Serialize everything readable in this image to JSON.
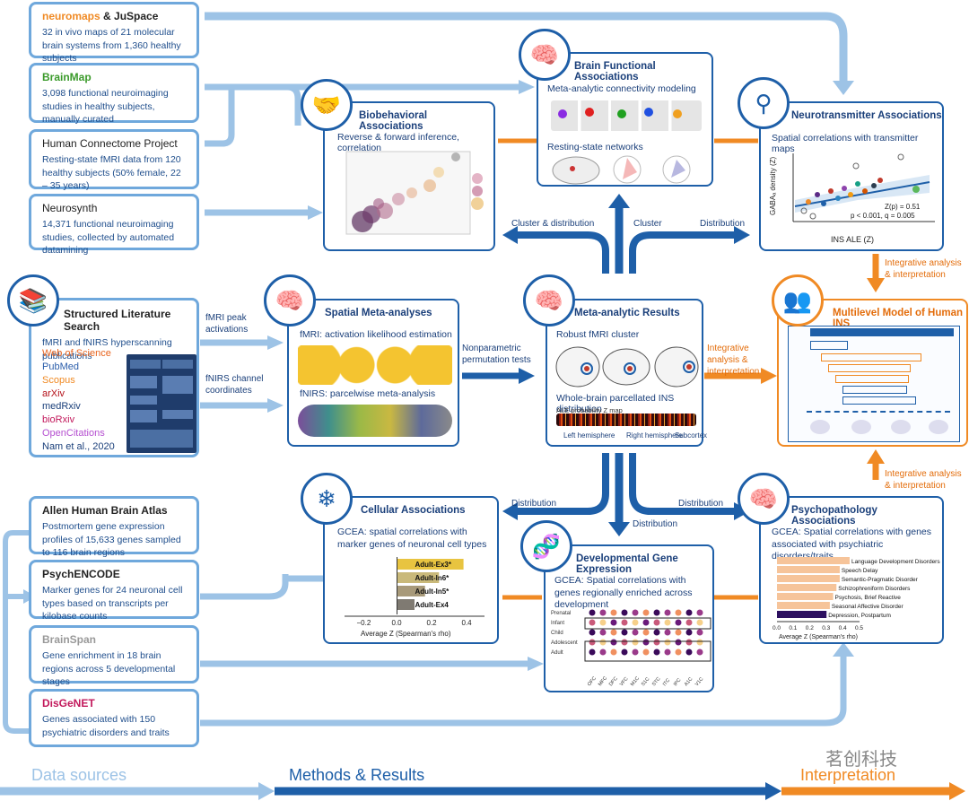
{
  "sources": {
    "neuromaps": {
      "title_a": "neuromaps",
      "title_b": " & JuSpace",
      "desc": "32 in vivo maps of 21 molecular brain systems from 1,360 healthy subjects"
    },
    "brainmap": {
      "title": "BrainMap",
      "desc": "3,098 functional neuroimaging studies in healthy subjects, manually curated"
    },
    "hcp": {
      "title": "Human Connectome Project",
      "desc": "Resting-state fMRI data from 120 healthy subjects (50% female, 22 – 35 years)"
    },
    "neurosynth": {
      "title": "Neurosynth",
      "desc": "14,371 functional neuroimaging studies, collected by automated datamining"
    },
    "literature": {
      "title": "Structured Literature Search",
      "desc": "fMRI and fNIRS hyperscanning publications",
      "databases": [
        "Web of Science",
        "PubMed",
        "Scopus",
        "arXiv",
        "medRxiv",
        "bioRxiv",
        "OpenCitations",
        "Nam et al., 2020"
      ]
    },
    "allen": {
      "title": "Allen Human Brain Atlas",
      "desc": "Postmortem gene expression profiles of 15,633 genes sampled to 116 brain regions"
    },
    "psychencode": {
      "title": "PsychENCODE",
      "desc": "Marker genes for 24 neuronal cell types based on transcripts per kilobase counts"
    },
    "brainspan": {
      "title": "BrainSpan",
      "desc": "Gene enrichment in 18 brain regions across 5 developmental stages"
    },
    "disgenet": {
      "title": "DisGeNET",
      "desc": "Genes associated with 150 psychiatric disorders and traits"
    }
  },
  "methods": {
    "biobehavioral": {
      "title": "Biobehavioral Associations",
      "sub": "Reverse & forward inference, correlation"
    },
    "functional": {
      "title": "Brain Functional Associations",
      "sub1": "Meta-analytic connectivity modeling",
      "sub2": "Resting-state networks"
    },
    "neurotransmitter": {
      "title": "Neurotransmitter Associations",
      "sub": "Spatial correlations with transmitter maps",
      "xlabel": "INS ALE (Z)",
      "ylabel": "GABAₐ density (Z)",
      "stat1": "Z(p) = 0.51",
      "stat2": "p < 0.001, q = 0.005"
    },
    "spatial": {
      "title": "Spatial Meta-analyses",
      "sub1": "fMRI: activation likelihood estimation",
      "sub2": "fNIRS: parcelwise meta-analysis"
    },
    "results": {
      "title": "Meta-analytic Results",
      "sub1": "Robust fMRI cluster",
      "sub2": "Whole-brain parcellated INS distribution",
      "left": "Left hemisphere",
      "right": "Right hemisphere",
      "subcortex": "Subcortex",
      "map": "ALE probability Z map"
    },
    "multilevel": {
      "title": "Multilevel Model of Human INS"
    },
    "cellular": {
      "title": "Cellular Associations",
      "sub": "GCEA: spatial correlations with marker genes of neuronal cell types",
      "xlabel": "Average Z (Spearman's rho)"
    },
    "developmental": {
      "title": "Developmental Gene Expression",
      "sub": "GCEA: Spatial correlations with genes regionally enriched across development",
      "stages": [
        "Prenatal",
        "Infant",
        "Child",
        "Adolescent",
        "Adult"
      ],
      "regions": [
        "OFC",
        "MFC",
        "DFC",
        "VFC",
        "M1C",
        "S1C",
        "STC",
        "ITC",
        "IPC",
        "A1C",
        "V1C"
      ]
    },
    "psycho": {
      "title": "Psychopathology Associations",
      "sub": "GCEA: Spatial correlations with genes associated with psychiatric disorders/traits",
      "xlabel": "Average Z (Spearman's rho)"
    }
  },
  "arrows": {
    "fmri_peak": "fMRI peak activations",
    "fnirs_channel": "fNIRS channel coordinates",
    "nonparam": "Nonparametric permutation tests",
    "cluster_dist": "Cluster & distribution",
    "cluster": "Cluster",
    "distribution_right": "Distribution",
    "distribution_left": "Distribution",
    "distribution_down": "Distribution",
    "distribution_right2": "Distribution",
    "integrative1": "Integrative analysis & interpretation",
    "integrative2": "Integrative analysis & interpretation",
    "integrative3": "Integrative analysis & interpretation"
  },
  "footer": {
    "data": "Data sources",
    "methods": "Methods & Results",
    "interp": "Interpretation",
    "watermark": "茗创科技"
  },
  "chart_data": [
    {
      "type": "bar",
      "title": "Cellular Associations",
      "categories": [
        "Adult-Ex3*",
        "Adult-In6*",
        "Adult-In5*",
        "Adult-Ex4"
      ],
      "values": [
        0.38,
        0.24,
        0.16,
        0.1
      ],
      "xlabel": "Average Z (Spearman's rho)",
      "xlim": [
        -0.3,
        0.5
      ],
      "xticks": [
        "−0.2",
        "0.0",
        "0.2",
        "0.4"
      ],
      "colors": [
        "#e8c440",
        "#c9b97a",
        "#a89a7a",
        "#7f7a72"
      ]
    },
    {
      "type": "bar",
      "title": "Psychopathology Associations",
      "categories": [
        "Language Development Disorders",
        "Speech Delay",
        "Semantic-Pragmatic Disorder",
        "Schizophreniform Disorders",
        "Psychosis, Brief Reactive",
        "Seasonal Affective Disorder",
        "Depression, Postpartum"
      ],
      "values": [
        0.44,
        0.38,
        0.38,
        0.36,
        0.34,
        0.32,
        0.3
      ],
      "xlabel": "Average Z (Spearman's rho)",
      "xlim": [
        0,
        0.5
      ],
      "xticks": [
        "0.0",
        "0.1",
        "0.2",
        "0.3",
        "0.4",
        "0.5"
      ],
      "colors": [
        "#f6c49a",
        "#f6c49a",
        "#f6c49a",
        "#f6c49a",
        "#f6c49a",
        "#f6c49a",
        "#2d1060"
      ]
    }
  ]
}
